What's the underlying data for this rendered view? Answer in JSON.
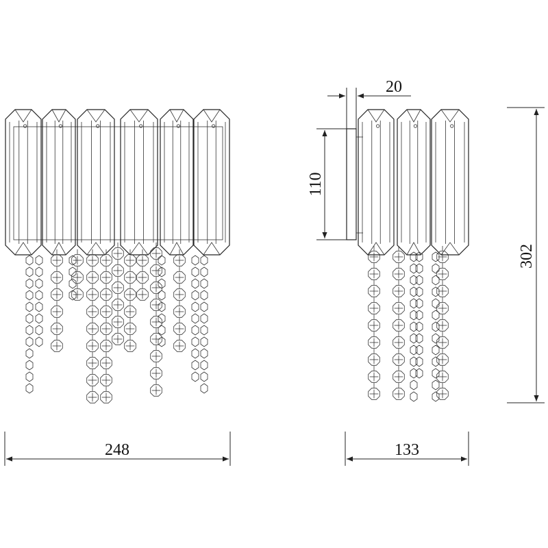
{
  "drawing": {
    "colors": {
      "line": "#222222",
      "background": "#ffffff"
    },
    "dimensions": {
      "front_width": "248",
      "side_width": "133",
      "height": "302",
      "mount_height": "110",
      "mount_depth": "20"
    }
  }
}
